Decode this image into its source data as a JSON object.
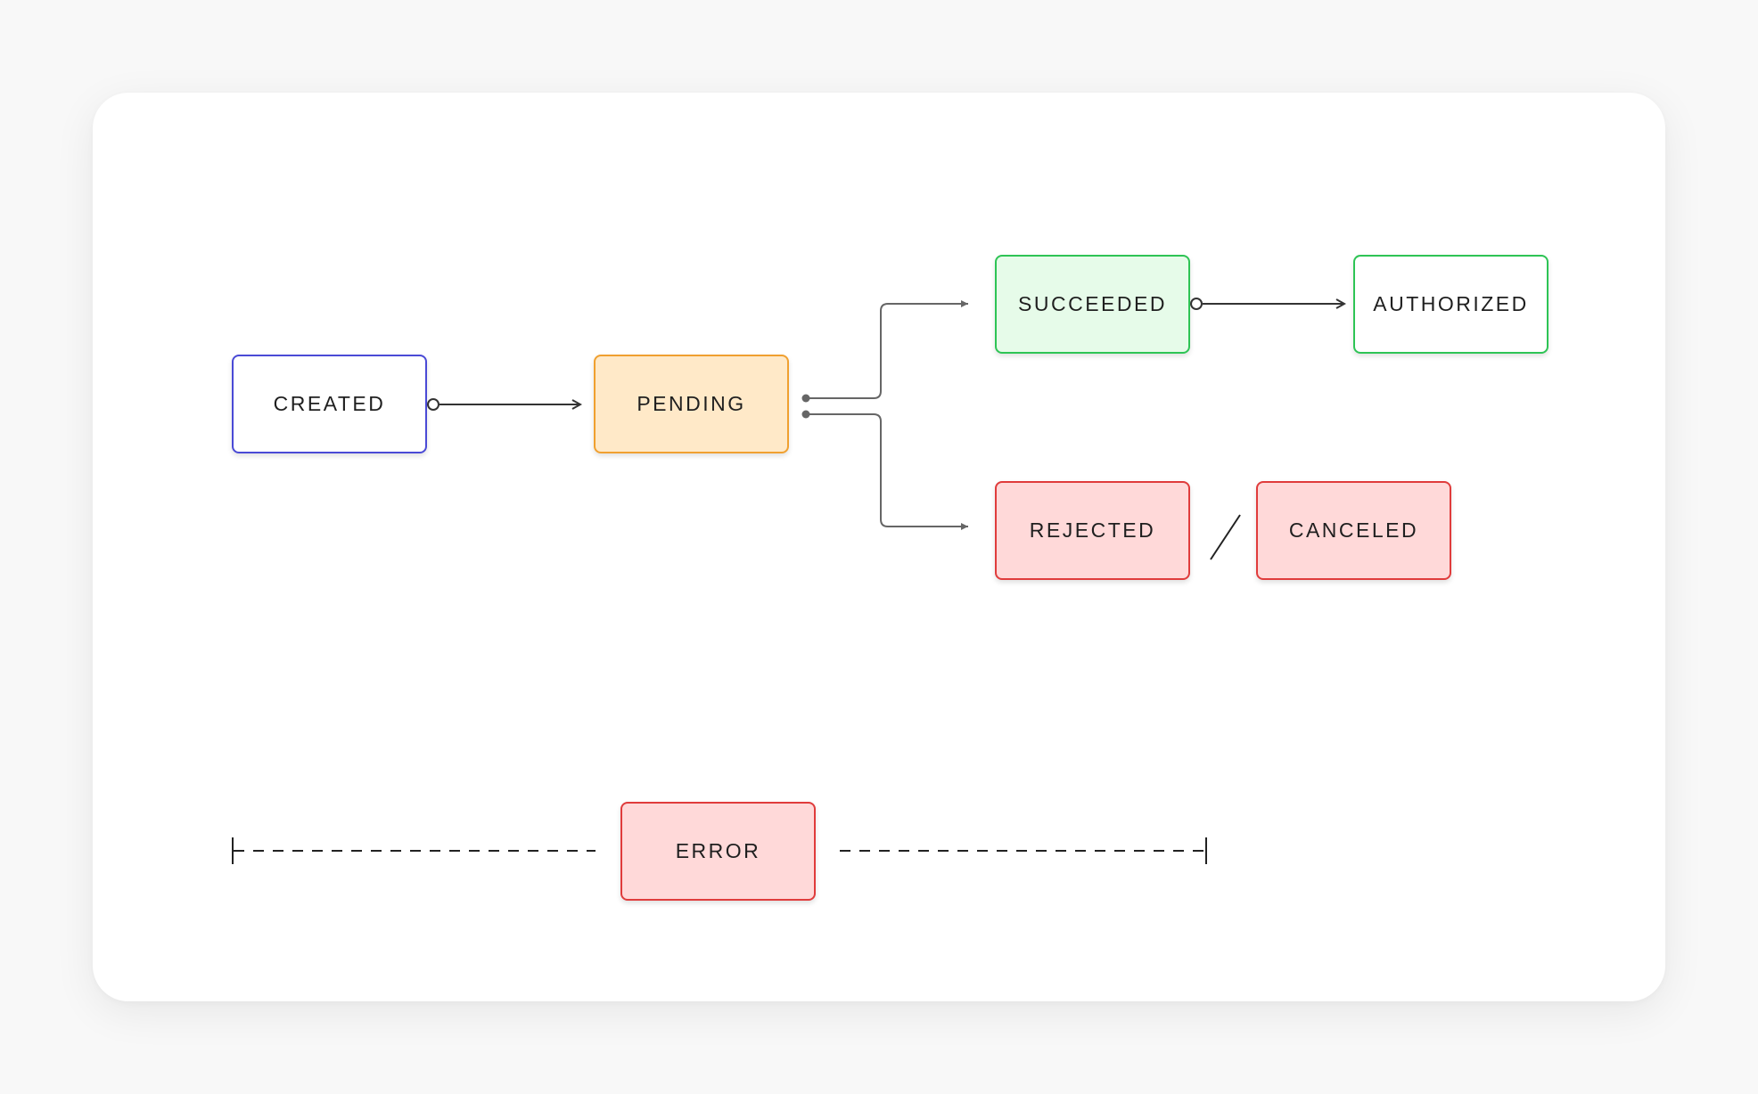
{
  "colors": {
    "page_background": "#f8f8f8",
    "card_background": "#ffffff",
    "connector": "#666666",
    "connector_dark": "#333333"
  },
  "nodes": {
    "created": {
      "label": "CREATED",
      "border": "#4a4ad6",
      "fill": "#ffffff"
    },
    "pending": {
      "label": "PENDING",
      "border": "#f0a030",
      "fill": "#ffe9c8"
    },
    "succeeded": {
      "label": "SUCCEEDED",
      "border": "#2ec455",
      "fill": "#e6fbe9"
    },
    "authorized": {
      "label": "AUTHORIZED",
      "border": "#2ec455",
      "fill": "#ffffff"
    },
    "rejected": {
      "label": "REJECTED",
      "border": "#e03c3c",
      "fill": "#ffd9d9"
    },
    "canceled": {
      "label": "CANCELED",
      "border": "#e03c3c",
      "fill": "#ffd9d9"
    },
    "error": {
      "label": "ERROR",
      "border": "#e03c3c",
      "fill": "#ffd9d9"
    }
  },
  "edges": [
    {
      "from": "created",
      "to": "pending",
      "style": "solid"
    },
    {
      "from": "pending",
      "to": "succeeded",
      "style": "solid"
    },
    {
      "from": "pending",
      "to": "rejected",
      "style": "solid"
    },
    {
      "from": "succeeded",
      "to": "authorized",
      "style": "solid"
    }
  ],
  "separator_between": [
    "rejected",
    "canceled"
  ],
  "error_line_style": "dashed"
}
